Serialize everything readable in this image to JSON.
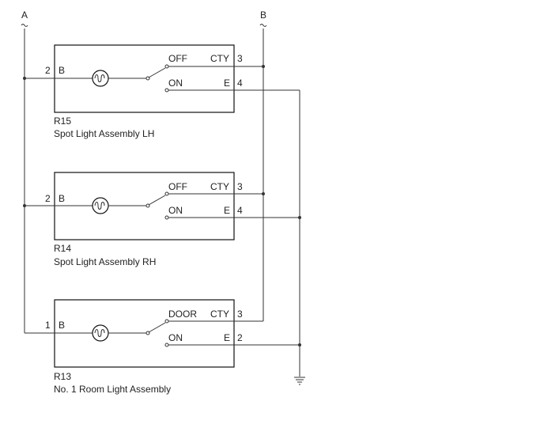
{
  "diagram": {
    "terminals": {
      "left": "A",
      "right": "B"
    },
    "assemblies": [
      {
        "code": "R15",
        "name": "Spot Light Assembly LH",
        "pin_left": "2",
        "pin_left_label": "B",
        "upper_contact": "OFF",
        "upper_pin_label": "CTY",
        "upper_pin": "3",
        "lower_contact": "ON",
        "lower_pin_label": "E",
        "lower_pin": "4"
      },
      {
        "code": "R14",
        "name": "Spot Light Assembly RH",
        "pin_left": "2",
        "pin_left_label": "B",
        "upper_contact": "OFF",
        "upper_pin_label": "CTY",
        "upper_pin": "3",
        "lower_contact": "ON",
        "lower_pin_label": "E",
        "lower_pin": "4"
      },
      {
        "code": "R13",
        "name": "No. 1 Room Light Assembly",
        "pin_left": "1",
        "pin_left_label": "B",
        "upper_contact": "DOOR",
        "upper_pin_label": "CTY",
        "upper_pin": "3",
        "lower_contact": "ON",
        "lower_pin_label": "E",
        "lower_pin": "2"
      }
    ],
    "icons": {
      "lamp": "lamp-icon",
      "switch": "switch-icon",
      "ground": "ground-icon"
    }
  }
}
